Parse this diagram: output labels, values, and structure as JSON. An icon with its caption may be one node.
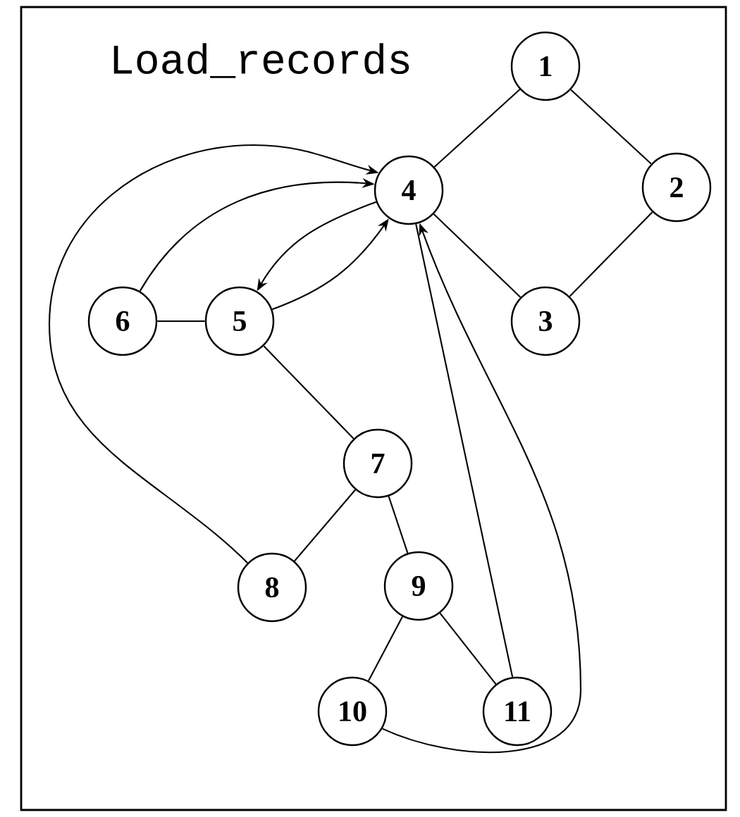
{
  "diagram": {
    "title": "Load_records",
    "nodes": [
      {
        "text": [
          "1"
        ]
      },
      {
        "text": [
          "2"
        ]
      },
      {
        "text": [
          "3"
        ]
      },
      {
        "text": [
          "4"
        ]
      },
      {
        "text": [
          "5"
        ]
      },
      {
        "text": [
          "6"
        ]
      },
      {
        "text": [
          "7"
        ]
      },
      {
        "text": [
          "8"
        ]
      },
      {
        "text": [
          "9"
        ]
      },
      {
        "text": [
          "10"
        ]
      },
      {
        "text": [
          "11"
        ]
      }
    ],
    "edges": [
      {
        "from": 0,
        "to": 3,
        "arrow": "none"
      },
      {
        "from": 0,
        "to": 1,
        "arrow": "none"
      },
      {
        "from": 1,
        "to": 2,
        "arrow": "none"
      },
      {
        "from": 3,
        "to": 2,
        "arrow": "none"
      },
      {
        "from": 5,
        "to": 4,
        "arrow": "none"
      },
      {
        "from": 4,
        "to": 6,
        "arrow": "none"
      },
      {
        "from": 6,
        "to": 7,
        "arrow": "none"
      },
      {
        "from": 6,
        "to": 8,
        "arrow": "none"
      },
      {
        "from": 8,
        "to": 9,
        "arrow": "none"
      },
      {
        "from": 8,
        "to": 10,
        "arrow": "none"
      },
      {
        "from": 3,
        "to": 4,
        "arrow": "to"
      },
      {
        "from": 4,
        "to": 3,
        "arrow": "to"
      },
      {
        "from": 5,
        "to": 3,
        "arrow": "to"
      },
      {
        "from": 7,
        "to": 3,
        "arrow": "to"
      },
      {
        "from": 3,
        "to": 10,
        "arrow": "none"
      },
      {
        "from": 9,
        "to": 3,
        "arrow": "to"
      }
    ]
  }
}
